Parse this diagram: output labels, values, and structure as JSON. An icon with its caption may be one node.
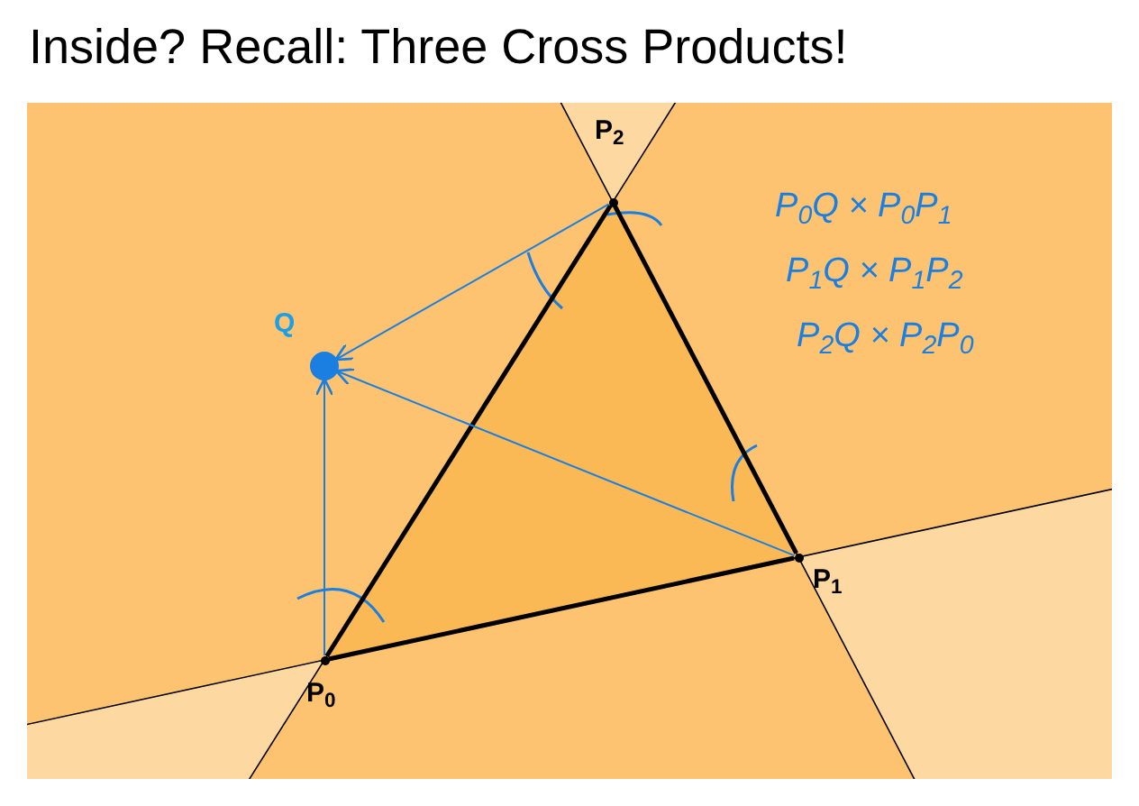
{
  "diagram": {
    "title": "Inside? Recall: Three Cross Products!",
    "nodes": [
      {
        "text": [],
        "shape": "circle",
        "beside": [
          "P$_{0}$"
        ]
      },
      {
        "text": [],
        "shape": "circle",
        "beside": [
          "P$_{1}$"
        ]
      },
      {
        "text": [],
        "shape": "circle",
        "beside": [
          "P$_{2}$"
        ]
      },
      {
        "text": [],
        "shape": "circle",
        "beside": [
          "Q"
        ]
      }
    ],
    "edges": [
      {
        "from": 0,
        "to": 1,
        "arrow": "none",
        "style": "thick",
        "color": "#000000"
      },
      {
        "from": 1,
        "to": 2,
        "arrow": "none",
        "style": "thick",
        "color": "#000000"
      },
      {
        "from": 2,
        "to": 0,
        "arrow": "none",
        "style": "thick",
        "color": "#000000"
      },
      {
        "from": 2,
        "to": 3,
        "arrow": "to",
        "color": "#1a7fe0"
      },
      {
        "from": 1,
        "to": 3,
        "arrow": "to",
        "color": "#1a7fe0"
      },
      {
        "from": 0,
        "to": 3,
        "arrow": "to",
        "color": "#1a7fe0"
      }
    ],
    "labels": [
      "P$_{0}$Q × P$_{0}$P$_{1}$",
      "P$_{1}$Q × P$_{1}$P$_{2}$",
      "P$_{2}$Q × P$_{2}$P$_{0}$"
    ]
  }
}
